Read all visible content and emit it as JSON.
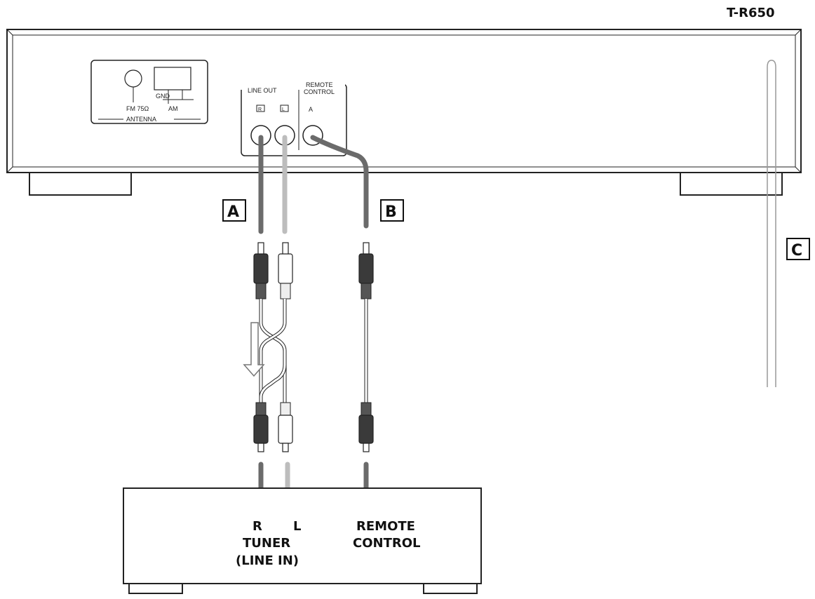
{
  "model": "T-R650",
  "antenna": {
    "title": "ANTENNA",
    "fm": "FM 75Ω",
    "gnd": "GND",
    "am": "AM"
  },
  "panel": {
    "line_out": "LINE OUT",
    "remote_line1": "REMOTE",
    "remote_line2": "CONTROL",
    "jack_r": "R",
    "jack_l": "L",
    "jack_a": "A"
  },
  "callouts": {
    "a": "A",
    "b": "B",
    "c": "C"
  },
  "receiver": {
    "r": "R",
    "l": "L",
    "tuner": "TUNER",
    "line_in": "(LINE IN)",
    "remote1": "REMOTE",
    "remote2": "CONTROL"
  },
  "colors": {
    "line": "#222222",
    "cable_dark": "#6b6b6b",
    "cable_light": "#bdbdbd",
    "plug_dark": "#3a3a3a"
  }
}
